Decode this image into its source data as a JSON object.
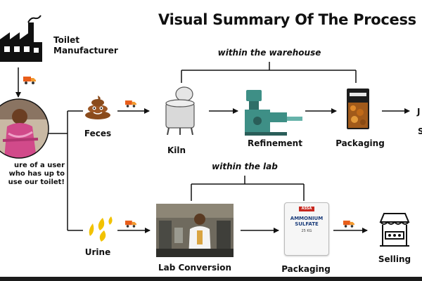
{
  "title": "Visual Summary Of The Process",
  "nodes": {
    "manufacturer": "Toilet Manufacturer",
    "user_caption": "ure of a user who has up to use our toilet!",
    "feces": "Feces",
    "urine": "Urine",
    "kiln": "Kiln",
    "refinement": "Refinement",
    "packaging_top": "Packaging",
    "lab_conversion": "Lab Conversion",
    "packaging_bottom": "Packaging",
    "selling": "Selling",
    "cut_off_top": "J",
    "cut_off_bottom": "S"
  },
  "groups": {
    "warehouse": "within the warehouse",
    "lab": "within the lab"
  },
  "bag_text": {
    "top_line": "ASSA",
    "main": "AMMONIUM SULFATE",
    "sub": "25 KG"
  },
  "colors": {
    "ink": "#111111",
    "accent_truck": "#e85d1a",
    "poop": "#8a4b1c",
    "urine": "#f2c200",
    "machine": "#3e8f86"
  },
  "icons": [
    "factory-icon",
    "truck-icon",
    "poop-icon",
    "urine-drops-icon",
    "kiln-icon",
    "refinement-machine-icon",
    "charcoal-bag-icon",
    "lab-photo",
    "sulfate-bag-icon",
    "shop-stall-icon"
  ]
}
